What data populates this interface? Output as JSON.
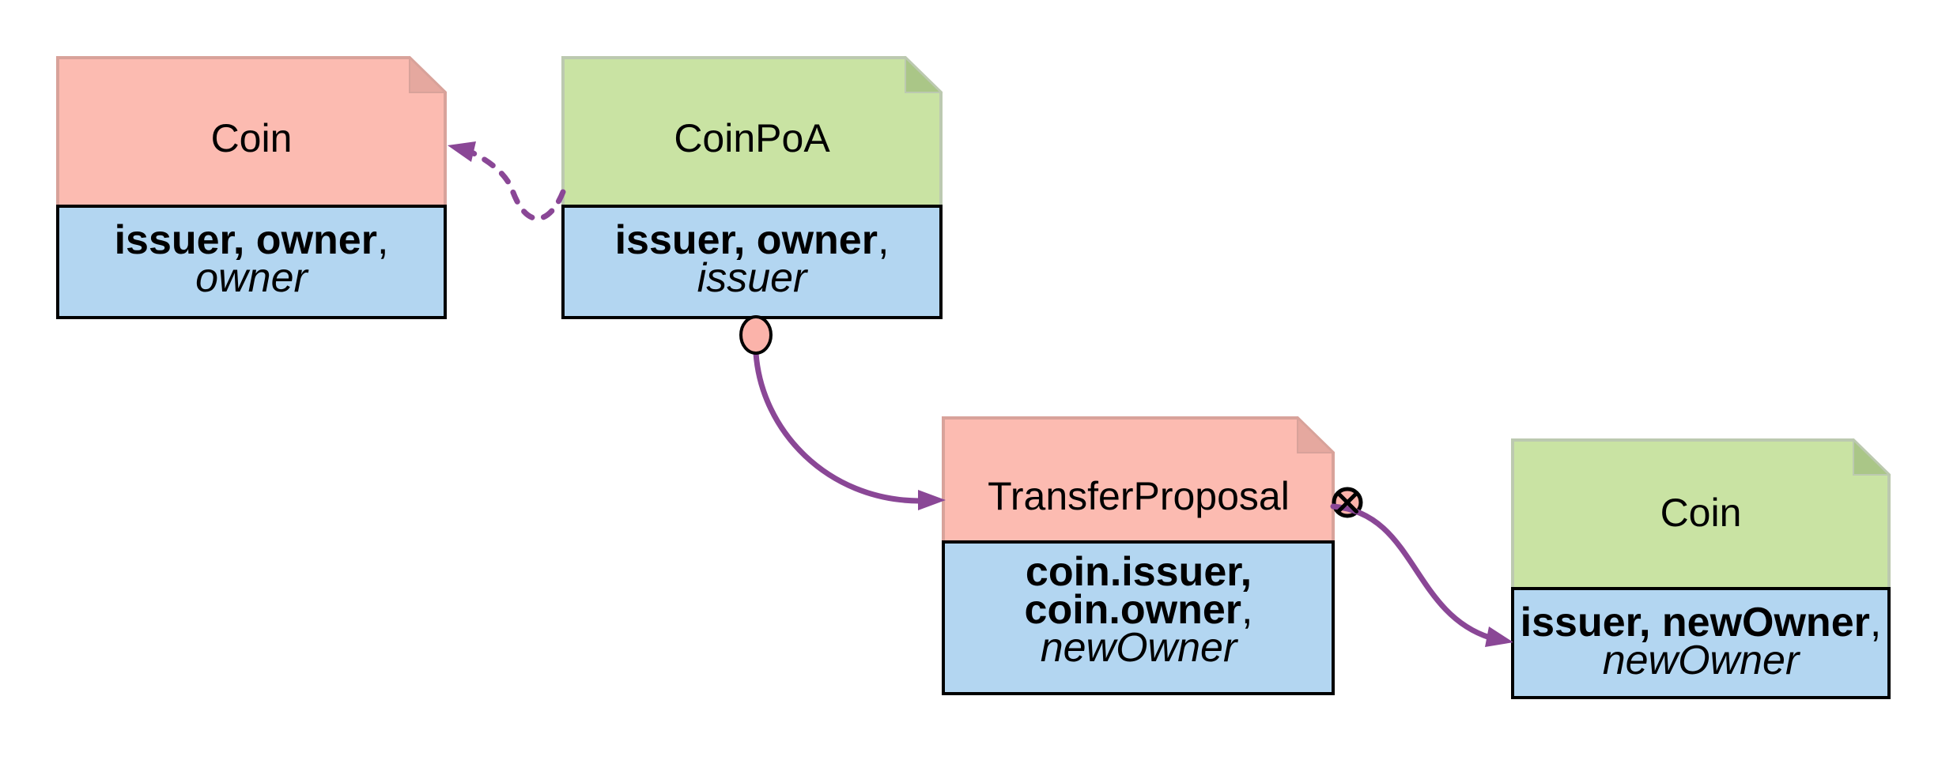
{
  "diagram": {
    "kind": "contract-flow-diagram",
    "colors": {
      "background": "#ffffff",
      "pink_fill": "#FCBBB1",
      "pink_border": "#D8A29A",
      "pink_fold": "#E5A89F",
      "green_fill": "#C9E3A3",
      "green_border": "#BCC9B0",
      "green_fold": "#AAC687",
      "blue_fill": "#B3D6F1",
      "outline": "#000000",
      "arrow": "#8A4796",
      "marker_fill": "#FBB3AA"
    },
    "notes": [
      {
        "header_color": "pink",
        "title": "Coin",
        "line1_bold": "issuer, owner",
        "line1_rest": ",",
        "line2_italic": "owner"
      },
      {
        "header_color": "green",
        "title": "CoinPoA",
        "line1_bold": "issuer, owner",
        "line1_rest": ",",
        "line2_italic": "issuer"
      },
      {
        "header_color": "pink",
        "title": "TransferProposal",
        "line1_bold": "coin.issuer,",
        "line2_bold": "coin.owner",
        "line2_rest": ",",
        "line3_italic": "newOwner"
      },
      {
        "header_color": "green",
        "title": "Coin",
        "line1_bold": "issuer, newOwner",
        "line1_rest": ",",
        "line2_italic": "newOwner"
      }
    ]
  }
}
